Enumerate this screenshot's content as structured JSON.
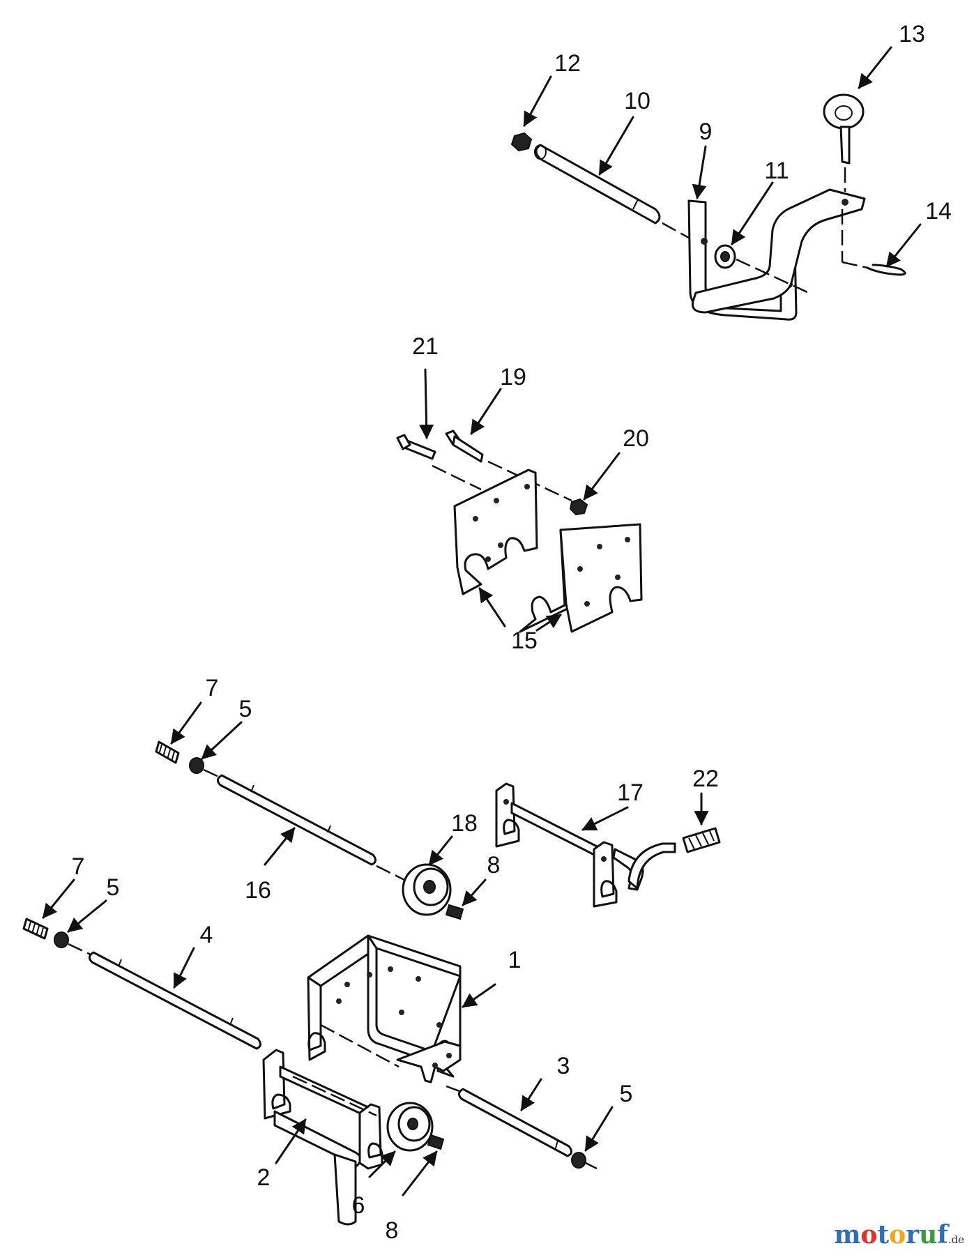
{
  "callouts": [
    "1",
    "2",
    "3",
    "4",
    "5",
    "5",
    "5",
    "6",
    "7",
    "7",
    "8",
    "8",
    "9",
    "10",
    "11",
    "12",
    "13",
    "14",
    "15",
    "15",
    "16",
    "17",
    "18",
    "19",
    "20",
    "21",
    "22"
  ],
  "watermark": {
    "letters": [
      "m",
      "o",
      "t",
      "o",
      "r",
      "u",
      "f"
    ],
    "colors": [
      "#2f6db5",
      "#e0312b",
      "#2f6db5",
      "#f2a516",
      "#2f6db5",
      "#3b9a3b",
      "#2f6db5"
    ],
    "suffix": ".de"
  }
}
